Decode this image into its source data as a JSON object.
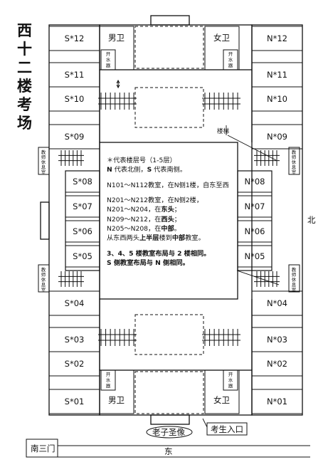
{
  "title": "西十二楼考场",
  "direction_north": "北",
  "direction_east": "东",
  "gate_label": "南三门",
  "statue_label": "老子圣像",
  "entrance_label": "考生入口",
  "stairs_label": "楼梯",
  "lounge_label": "教师休息室",
  "water_label": "开水器",
  "wc_male": "男卫",
  "wc_female": "女卫",
  "west_rooms": [
    "S*12",
    "S*11",
    "S*10",
    "S*09",
    "S*08",
    "S*07",
    "S*06",
    "S*05",
    "S*04",
    "S*03",
    "S*02",
    "S*01"
  ],
  "east_rooms": [
    "N*12",
    "N*11",
    "N*10",
    "N*09",
    "N*08",
    "N*07",
    "N*06",
    "N*05",
    "N*04",
    "N*03",
    "N*02",
    "N*01"
  ],
  "notes": {
    "line1": "＊代表楼层号（1-5层）",
    "line2_a": "N",
    "line2_b": " 代表北侧，",
    "line2_c": "S",
    "line2_d": " 代表南侧。",
    "line3": "N101～N112教室，在N侧1楼，自东至西",
    "line4": "N201～N212教室，在N侧2楼，",
    "line5_a": "N201～N204，在",
    "line5_b": "东头",
    "line5_c": "；",
    "line6_a": "N209～N212，在",
    "line6_b": "西头",
    "line6_c": "；",
    "line7_a": "N205～N208，在",
    "line7_b": "中部",
    "line7_c": "。",
    "line8_a": "从东西两头",
    "line8_b": "上半层",
    "line8_c": "楼到",
    "line8_d": "中部",
    "line8_e": "教室。",
    "line9": "3、4、5 楼教室布局与 2 楼相同。",
    "line10": "S 侧教室布局与 N 侧相同。"
  },
  "colors": {
    "line": "#111111",
    "background": "#ffffff"
  }
}
